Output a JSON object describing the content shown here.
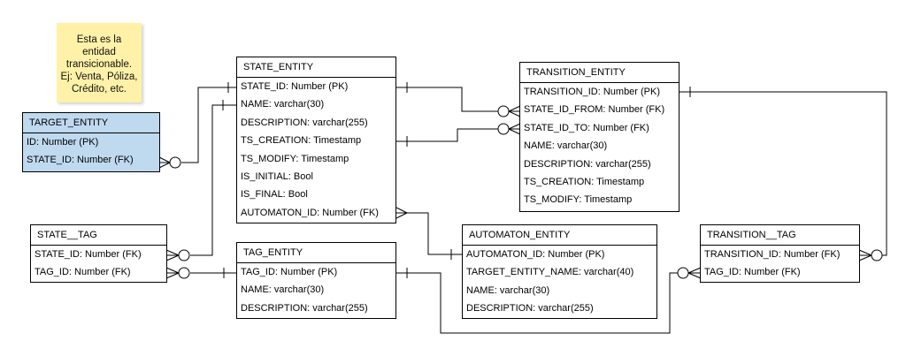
{
  "note": {
    "lines": [
      "Esta es la",
      "entidad",
      "transicionable.",
      "Ej: Venta, Póliza,",
      "Crédito, etc."
    ]
  },
  "entities": {
    "target_entity": {
      "name": "TARGET_ENTITY",
      "fields": [
        "ID: Number (PK)",
        "STATE_ID: Number (FK)"
      ]
    },
    "state_entity": {
      "name": "STATE_ENTITY",
      "fields": [
        "STATE_ID: Number (PK)",
        "NAME: varchar(30)",
        "DESCRIPTION: varchar(255)",
        "TS_CREATION: Timestamp",
        "TS_MODIFY: Timestamp",
        "IS_INITIAL: Bool",
        "IS_FINAL: Bool",
        "AUTOMATON_ID: Number (FK)"
      ]
    },
    "transition_entity": {
      "name": "TRANSITION_ENTITY",
      "fields": [
        "TRANSITION_ID: Number (PK)",
        "STATE_ID_FROM: Number (FK)",
        "STATE_ID_TO: Number (FK)",
        "NAME: varchar(30)",
        "DESCRIPTION: varchar(255)",
        "TS_CREATION: Timestamp",
        "TS_MODIFY: Timestamp"
      ]
    },
    "state_tag": {
      "name": "STATE__TAG",
      "fields": [
        "STATE_ID: Number (FK)",
        "TAG_ID: Number (FK)"
      ]
    },
    "tag_entity": {
      "name": "TAG_ENTITY",
      "fields": [
        "TAG_ID: Number (PK)",
        "NAME: varchar(30)",
        "DESCRIPTION: varchar(255)"
      ]
    },
    "automaton_entity": {
      "name": "AUTOMATON_ENTITY",
      "fields": [
        "AUTOMATON_ID: Number (PK)",
        "TARGET_ENTITY_NAME: varchar(40)",
        "NAME: varchar(30)",
        "DESCRIPTION: varchar(255)"
      ]
    },
    "transition_tag": {
      "name": "TRANSITION__TAG",
      "fields": [
        "TRANSITION_ID: Number (FK)",
        "TAG_ID: Number (FK)"
      ]
    }
  },
  "colors": {
    "note_bg": "#fff2a8",
    "highlight_entity_bg": "#bfd9ef",
    "line": "#000000"
  }
}
